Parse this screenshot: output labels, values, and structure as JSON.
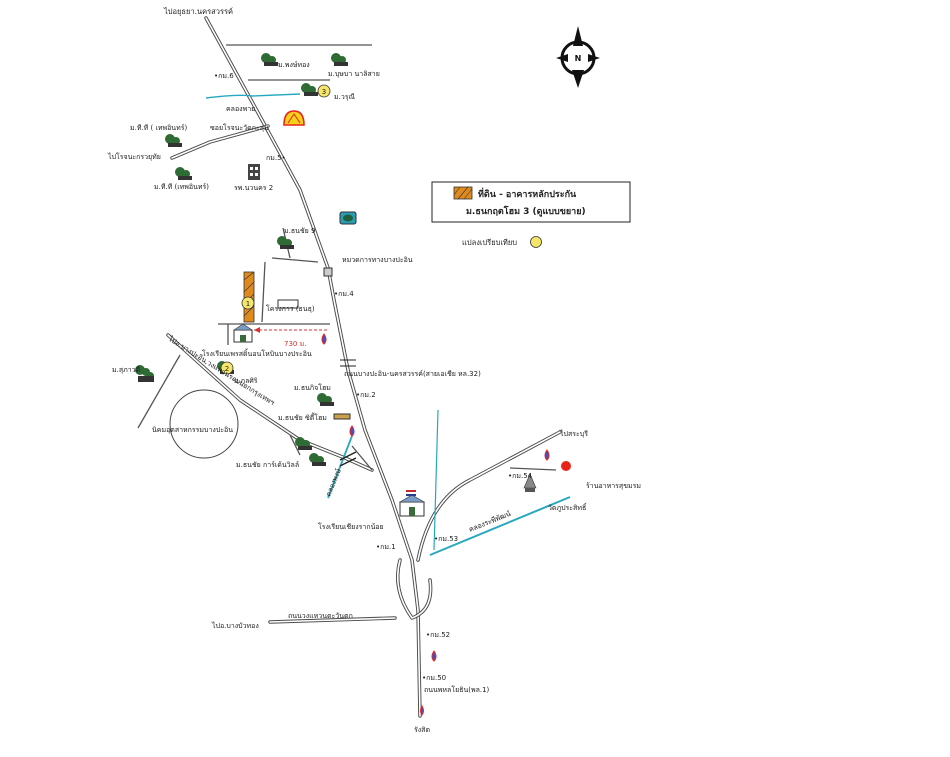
{
  "legend": {
    "title": "ที่ดิน - อาคารหลักประกัน",
    "subtitle": "ม.ธนกฤตโฮม  3 (ดูแบบขยาย)",
    "note": "แปลงเปรียบเทียบ"
  },
  "labels": {
    "to_ayutthaya": "ไปอยุธยา.นครสวรรค์",
    "km6": "•กม.6",
    "pongthong": "ม.พงษ์ทอง",
    "bussaba": "ม.บุษบา นาลิสาย",
    "warunee": "ม.วรุณี",
    "canal": "คลองพาย",
    "ti_ti_1": "ม.ที.ที ( เทพอินทร์)",
    "rojana_soi": "ซอยโรจนะวัดกะสุม",
    "to_rojana": "ไปโรจนะกรวยุทัย",
    "ti_ti_2": "ม.ที.ที (เทพอินทร์)",
    "km5": "กม.5•",
    "hospital": "รพ.นวนคร 2",
    "thanachai": "ม.ธนชัย 9",
    "highway_dept": "หมวดการทางบางปะอิน",
    "km4": "•กม.4",
    "distance": "730 ม.",
    "project_sign": "โครงการ (ธนธุ)",
    "school_1": "โรงเรียนเพรสดิ้นอนโหบินบางประอิน",
    "bangpain_road": "ถนนบางปะอิน-นครสวรรค์(สายเอเชีย หล.32)",
    "supacharee": "ม.สุภาวดี",
    "khulidee": "ม.กุลศิริ",
    "to_bangpain_hw": "ไปอ.บางปะอิน,วงแหวนรอบนอกกรุงเทพฯ",
    "km2": "•กม.2",
    "thanakitj": "ม.ธนกิจโฮม",
    "thanakit2": "ม.ธนชัย ซิตี้โฮม",
    "industrial": "นิคมอุตสาหกรรมบางปะอิน",
    "garden": "ม.ธนชัย การ์เด้นวิลล์",
    "canal2": "คลองพงษ์",
    "school_2": "โรงเรียนเชียงรากน้อย",
    "km1": "•กม.1",
    "km53": "•กม.53",
    "km54": "•กม.54",
    "to_saraburi": "ไปสระบุรี",
    "restaurant": "ร้านอาหารสุขมรม",
    "temple": "วัดภูประสิทธิ์",
    "canal3": "คลองระพีพัฒน์",
    "outer_ring": "ถนนวงแหวนตะวันตก",
    "to_bangbuathong": "ไปอ.บางบัวทอง",
    "km52": "•กม.52",
    "km50": "•กม.50",
    "phahonyothin": "ถนนพหลโยธิน(พล.1)",
    "rangsit": "รังสิต",
    "north": "N"
  },
  "markers": {
    "m1": "1",
    "m2": "2",
    "m3": "3"
  },
  "colors": {
    "road": "#4a4a4a",
    "subject": "#e08a1e",
    "canal": "#28a8c0",
    "comparable": "#f5e66a",
    "tree": "#2f6b34",
    "shell": "#e8231c"
  }
}
